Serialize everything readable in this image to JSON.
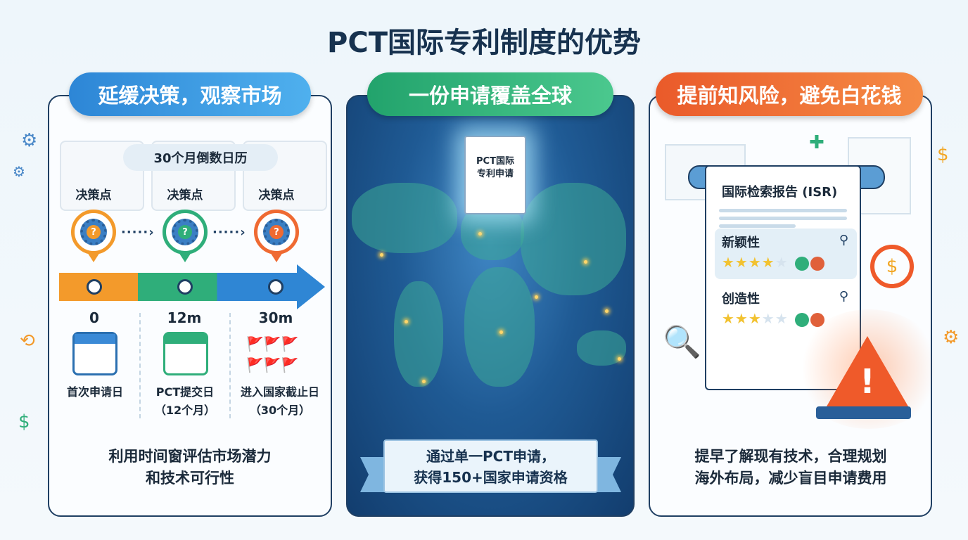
{
  "title": "PCT国际专利制度的优势",
  "panels": [
    {
      "header": "延缓决策，观察市场",
      "calendar_label": "30个月倒数日历",
      "decision_points": [
        "决策点",
        "决策点",
        "决策点"
      ],
      "timeline": [
        {
          "tick": "0",
          "label": "首次申请日",
          "sub": ""
        },
        {
          "tick": "12m",
          "label": "PCT提交日",
          "sub": "（12个月）"
        },
        {
          "tick": "30m",
          "label": "进入国家截止日",
          "sub": "（30个月）"
        }
      ],
      "summary": [
        "利用时间窗评估市场潜力",
        "和技术可行性"
      ]
    },
    {
      "header": "一份申请覆盖全球",
      "document": [
        "PCT国际",
        "专利申请"
      ],
      "summary": [
        "通过单一PCT申请，",
        "获得150+国家申请资格"
      ]
    },
    {
      "header": "提前知风险，避免白花钱",
      "report_title": "国际检索报告 (ISR)",
      "criteria": [
        {
          "name": "新颖性",
          "stars": 4,
          "max": 5
        },
        {
          "name": "创造性",
          "stars": 3,
          "max": 5
        }
      ],
      "summary": [
        "提早了解现有技术，合理规划",
        "海外布局，减少盲目申请费用"
      ]
    }
  ],
  "colors": {
    "blue": "#2d86d6",
    "green": "#22a36c",
    "orange": "#ea5a2a",
    "navy": "#17324f"
  }
}
